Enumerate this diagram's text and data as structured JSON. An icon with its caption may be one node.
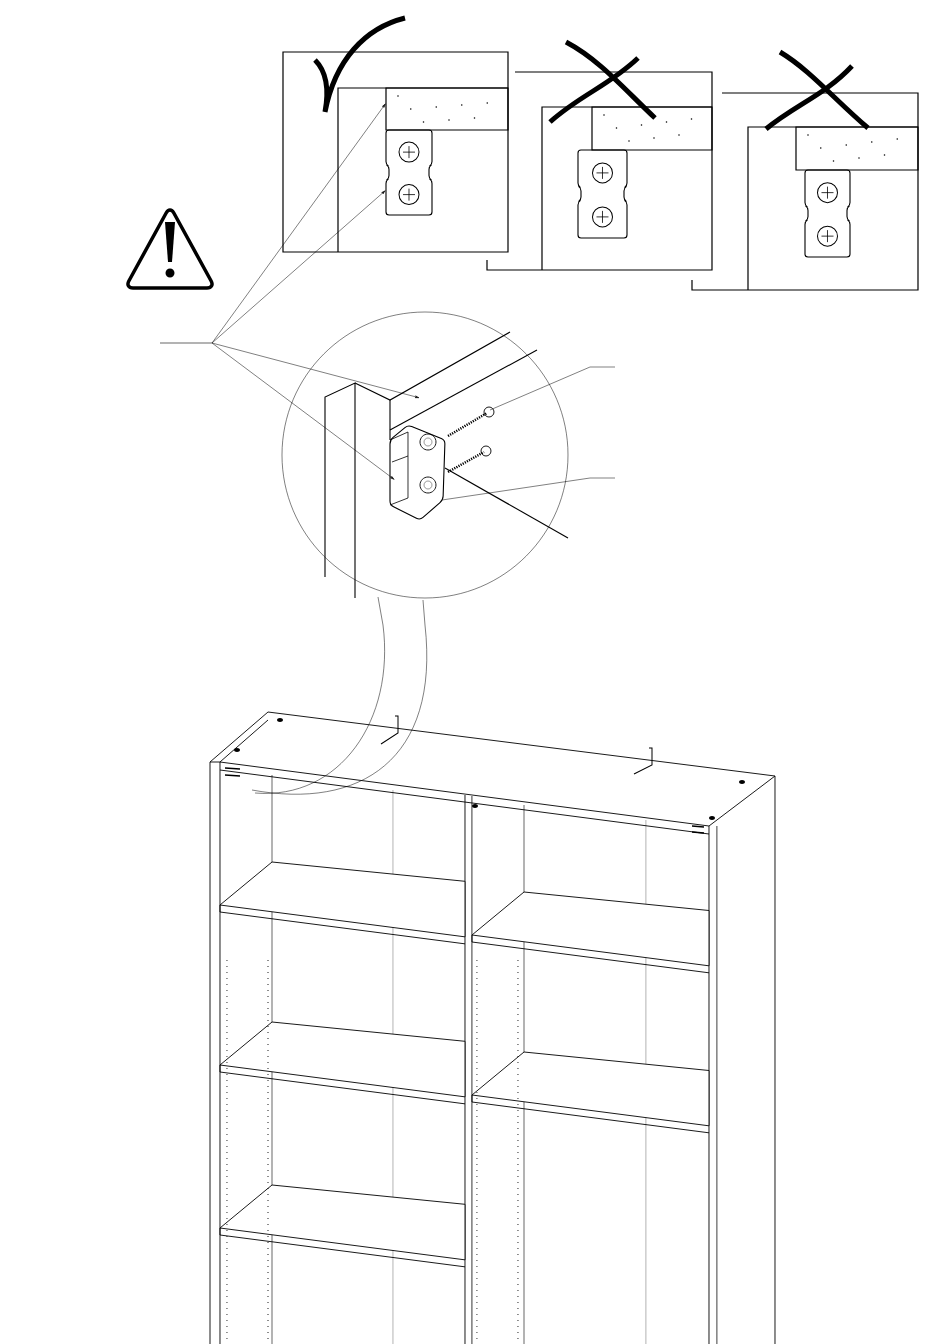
{
  "diagram": {
    "nodes": [
      {
        "text": [],
        "shape": "picture"
      },
      {
        "text": [],
        "shape": "picture"
      },
      {
        "text": [],
        "shape": "picture"
      },
      {
        "text": [],
        "shape": "circle"
      },
      {
        "text": [],
        "shape": "picture"
      }
    ],
    "edges": [
      {
        "from": null,
        "to": 0,
        "arrow": "to"
      },
      {
        "from": null,
        "to": 0,
        "arrow": "to"
      },
      {
        "from": null,
        "to": 3,
        "arrow": "to"
      },
      {
        "from": null,
        "to": 3,
        "arrow": "to"
      },
      {
        "from": null,
        "to": 3,
        "arrow": "none"
      },
      {
        "from": null,
        "to": 3,
        "arrow": "none"
      }
    ]
  }
}
